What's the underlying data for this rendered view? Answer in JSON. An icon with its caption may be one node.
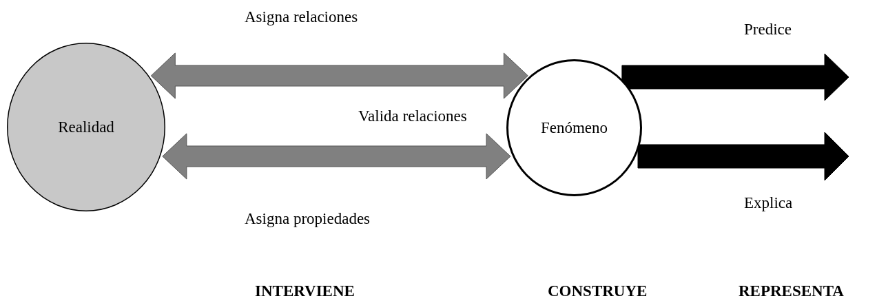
{
  "diagram": {
    "nodes": [
      {
        "text": [
          "Realidad"
        ]
      },
      {
        "text": [
          "Fenómeno"
        ]
      }
    ],
    "edges": [
      {
        "from": 0,
        "to": 1,
        "arrow": "both",
        "label": "Asigna relaciones",
        "color": "#808080"
      },
      {
        "from": 0,
        "to": 1,
        "arrow": "both",
        "label": "Asigna propiedades",
        "color": "#808080"
      },
      {
        "from": 1,
        "to": null,
        "arrow": "to",
        "label": "Predice",
        "color": "#000000"
      },
      {
        "from": 1,
        "to": null,
        "arrow": "to",
        "label": "Explica",
        "color": "#000000"
      }
    ],
    "labels": [
      "Valida relaciones",
      "INTERVIENE",
      "CONSTRUYE",
      "REPRESENTA"
    ]
  }
}
